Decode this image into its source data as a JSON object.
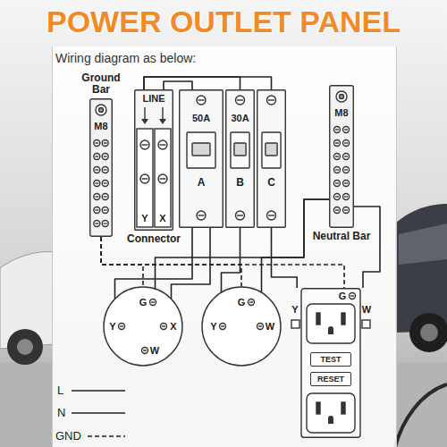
{
  "diagram": {
    "title": "POWER OUTLET PANEL",
    "nodes": [
      {
        "text": [
          "Ground Bar",
          "M8"
        ]
      },
      {
        "text": [
          "LINE",
          "Y",
          "X",
          "Connector"
        ]
      },
      {
        "text": [
          "50A",
          "A"
        ]
      },
      {
        "text": [
          "30A",
          "B"
        ]
      },
      {
        "text": [
          "C"
        ]
      },
      {
        "text": [
          "M8",
          "Neutral Bar"
        ]
      },
      {
        "text": [
          "Y",
          "G",
          "X",
          "W"
        ]
      },
      {
        "text": [
          "G",
          "Y",
          "W"
        ]
      },
      {
        "text": [
          "Y",
          "G",
          "W"
        ]
      },
      {
        "text": [
          "TEST"
        ],
        "in": 8
      },
      {
        "text": [
          "RESET"
        ],
        "in": 8
      }
    ],
    "edges": [
      {
        "from": 1,
        "to": 2,
        "arrow": "none"
      },
      {
        "from": 1,
        "to": 3,
        "arrow": "none"
      },
      {
        "from": 1,
        "to": 4,
        "arrow": "none"
      },
      {
        "from": 2,
        "to": 6,
        "arrow": "none"
      },
      {
        "from": 2,
        "to": 6,
        "arrow": "none"
      },
      {
        "from": 3,
        "to": 7,
        "arrow": "none"
      },
      {
        "from": 4,
        "to": 8,
        "arrow": "none"
      },
      {
        "from": 0,
        "to": 6,
        "arrow": "none"
      },
      {
        "from": 0,
        "to": 7,
        "arrow": "none"
      },
      {
        "from": 0,
        "to": 8,
        "arrow": "none"
      },
      {
        "from": 5,
        "to": 6,
        "arrow": "none"
      },
      {
        "from": 5,
        "to": 7,
        "arrow": "none"
      },
      {
        "from": 5,
        "to": 8,
        "arrow": "none"
      }
    ],
    "labels": [
      "Wiring diagram as below:",
      "L",
      "N",
      "GND"
    ]
  }
}
